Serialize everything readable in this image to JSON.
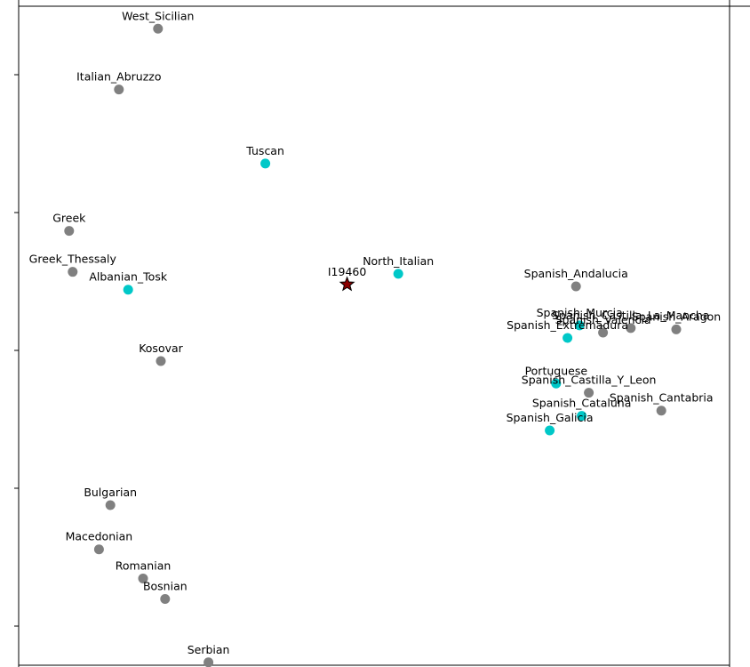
{
  "chart_data": {
    "type": "scatter",
    "title": "",
    "xlabel": "",
    "ylabel": "",
    "grid": false,
    "xlim": [
      0,
      100
    ],
    "ylim": [
      0,
      100
    ],
    "colors": {
      "grey": "#808080",
      "teal": "#00c8c8",
      "star_fill": "#8b0000",
      "axis": "#000000"
    },
    "series": [
      {
        "marker": "circle",
        "color": "#808080",
        "points": [
          {
            "label": "West_Sicilian",
            "x": 19.6,
            "y": 96.6
          },
          {
            "label": "Italian_Abruzzo",
            "x": 14.1,
            "y": 87.4
          },
          {
            "label": "Greek",
            "x": 7.1,
            "y": 66.0
          },
          {
            "label": "Greek_Thessaly",
            "x": 7.6,
            "y": 59.8
          },
          {
            "label": "Kosovar",
            "x": 20.0,
            "y": 46.3
          },
          {
            "label": "Bulgarian",
            "x": 12.9,
            "y": 24.5
          },
          {
            "label": "Macedonian",
            "x": 11.3,
            "y": 17.8
          },
          {
            "label": "Romanian",
            "x": 17.5,
            "y": 13.4
          },
          {
            "label": "Bosnian",
            "x": 20.6,
            "y": 10.3
          },
          {
            "label": "Serbian",
            "x": 26.7,
            "y": 0.7
          },
          {
            "label": "Spanish_Andalucia",
            "x": 78.4,
            "y": 57.6
          },
          {
            "label": "Spanish_Valencia",
            "x": 82.2,
            "y": 50.6
          },
          {
            "label": "Spanish_Castilla_La_Mancha",
            "x": 86.1,
            "y": 51.3
          },
          {
            "label": "Spanish_Aragon",
            "x": 92.5,
            "y": 51.1
          },
          {
            "label": "Spanish_Castilla_Y_Leon",
            "x": 80.2,
            "y": 41.5
          },
          {
            "label": "Spanish_Cantabria",
            "x": 90.4,
            "y": 38.8
          }
        ]
      },
      {
        "marker": "circle",
        "color": "#00c8c8",
        "points": [
          {
            "label": "Tuscan",
            "x": 34.7,
            "y": 76.2
          },
          {
            "label": "Albanian_Tosk",
            "x": 15.4,
            "y": 57.1
          },
          {
            "label": "North_Italian",
            "x": 53.4,
            "y": 59.5
          },
          {
            "label": "Spanish_Murcia",
            "x": 78.9,
            "y": 51.7
          },
          {
            "label": "Spanish_Extremadura",
            "x": 77.2,
            "y": 49.8
          },
          {
            "label": "Portuguese",
            "x": 75.6,
            "y": 42.9
          },
          {
            "label": "Spanish_Cataluna",
            "x": 79.2,
            "y": 38.0
          },
          {
            "label": "Spanish_Galicia",
            "x": 74.7,
            "y": 35.8
          }
        ]
      },
      {
        "marker": "star",
        "color": "#8b0000",
        "points": [
          {
            "label": "I19460",
            "x": 46.2,
            "y": 57.9
          }
        ]
      }
    ]
  }
}
